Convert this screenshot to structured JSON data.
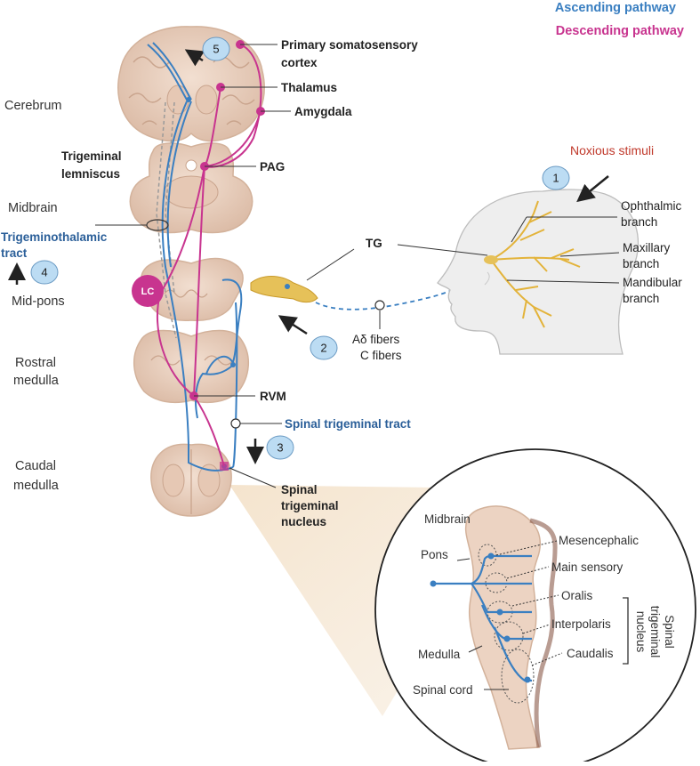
{
  "legend": {
    "ascending": "Ascending pathway",
    "descending": "Descending pathway",
    "ascending_color": "#3a7fc1",
    "descending_color": "#c8348f"
  },
  "regions": {
    "cerebrum": "Cerebrum",
    "midbrain": "Midbrain",
    "midpons": "Mid-pons",
    "rostral_medulla_1": "Rostral",
    "rostral_medulla_2": "medulla",
    "caudal_medulla_1": "Caudal",
    "caudal_medulla_2": "medulla"
  },
  "labels": {
    "somatosensory_1": "Primary somatosensory",
    "somatosensory_2": "cortex",
    "thalamus": "Thalamus",
    "amygdala": "Amygdala",
    "pag": "PAG",
    "lemniscus_1": "Trigeminal",
    "lemniscus_2": "lemniscus",
    "trigeminothalamic_1": "Trigeminothalamic",
    "trigeminothalamic_2": "tract",
    "lc": "LC",
    "rvm": "RVM",
    "spinal_tract": "Spinal trigeminal tract",
    "spinal_nucleus_1": "Spinal",
    "spinal_nucleus_2": "trigeminal",
    "spinal_nucleus_3": "nucleus",
    "tg": "TG",
    "noxious": "Noxious stimuli",
    "ophthalmic_1": "Ophthalmic",
    "ophthalmic_2": "branch",
    "maxillary_1": "Maxillary",
    "maxillary_2": "branch",
    "mandibular_1": "Mandibular",
    "mandibular_2": "branch",
    "adelta": "Aδ fibers",
    "cfibers": "C fibers"
  },
  "steps": [
    "1",
    "2",
    "3",
    "4",
    "5"
  ],
  "inset": {
    "midbrain": "Midbrain",
    "pons": "Pons",
    "medulla": "Medulla",
    "spinal_cord": "Spinal cord",
    "mesencephalic": "Mesencephalic",
    "main_sensory": "Main sensory",
    "oralis": "Oralis",
    "interpolaris": "Interpolaris",
    "caudalis": "Caudalis",
    "stn_1": "Spinal",
    "stn_2": "trigeminal",
    "stn_3": "nucleus"
  },
  "colors": {
    "tissue": "#ecd3c2",
    "tissue_dark": "#d9b8a3",
    "nerve": "#e3b33a",
    "head": "#ececec",
    "step_badge": "#bcdcf3",
    "noxious_text": "#c0392b"
  }
}
